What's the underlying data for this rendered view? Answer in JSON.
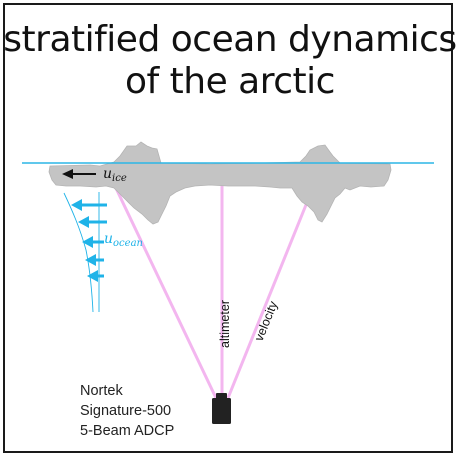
{
  "title": {
    "line1": "stratified ocean dynamics",
    "line2": "of the arctic"
  },
  "labels": {
    "ice_velocity": "u",
    "ice_velocity_sub": "ice",
    "ocean_velocity": "u",
    "ocean_velocity_sub": "ocean",
    "altimeter_beam": "altimeter",
    "velocity_beam": "velocity"
  },
  "instrument": {
    "line1": "Nortek",
    "line2": "Signature-500",
    "line3": "5-Beam ADCP"
  },
  "colors": {
    "ice": "#c4c4c4",
    "water_surface": "#2bb6e6",
    "beam": "#f3b6ef",
    "ocean_arrow": "#1fb3e8",
    "ice_arrow": "#111111",
    "instrument": "#222222",
    "frame": "#1a1a1a"
  }
}
